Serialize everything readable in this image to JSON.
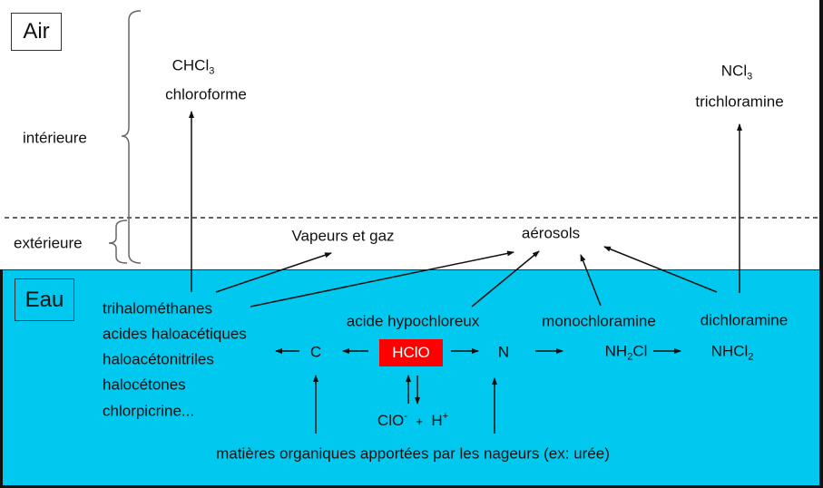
{
  "zones": {
    "air": "Air",
    "eau": "Eau",
    "interieure": "intérieure",
    "exterieure": "extérieure"
  },
  "air_products": {
    "chcl3_formula": {
      "base": "CHCl",
      "sub": "3"
    },
    "chcl3_name": "chloroforme",
    "ncl3_formula": {
      "base": "NCl",
      "sub": "3"
    },
    "ncl3_name": "trichloramine",
    "vapeurs": "Vapeurs et gaz",
    "aerosols": "aérosols"
  },
  "byproducts": [
    "trihalométhanes",
    "acides haloacétiques",
    "haloacétonitriles",
    "halocétones",
    "chlorpicrine..."
  ],
  "water": {
    "acide_label": "acide hypochloreux",
    "monochloramine_label": "monochloramine",
    "dichloramine_label": "dichloramine",
    "c": "C",
    "hclo": "HClO",
    "n": "N",
    "nh2cl": {
      "a": "NH",
      "sub": "2",
      "b": "Cl"
    },
    "nhcl2": {
      "a": "NHCl",
      "sub": "2"
    },
    "clo": {
      "a": "ClO",
      "sup": "-"
    },
    "plus": "+",
    "h": {
      "a": "H",
      "sup": "+"
    },
    "organics": "matières organiques apportées par les nageurs (ex: urée)"
  },
  "colors": {
    "water": "#00C8EE",
    "hclo_box": "#FF0000"
  }
}
